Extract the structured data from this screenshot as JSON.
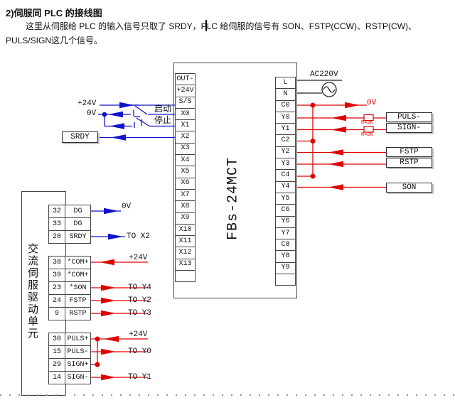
{
  "header": {
    "title": "2)伺服同 PLC 的接线图",
    "body_line1": "这里从伺服给 PLC 的输入信号只取了 SRDY，PLC 给伺服的信号有 SON、FSTP(CCW)、RSTP(CW)、",
    "body_line2": "PULS/SIGN这几个信号。"
  },
  "plc": {
    "model": "FBs-24MCT",
    "left_terminals": [
      "OUT-",
      "+24V",
      "S/S",
      "X0",
      "X1",
      "X2",
      "X3",
      "X4",
      "X5",
      "X6",
      "X7",
      "X8",
      "X9",
      "X10",
      "X11",
      "X12",
      "X13",
      ""
    ],
    "right_terminals": [
      "L",
      "N",
      "C0",
      "Y0",
      "Y1",
      "C2",
      "Y2",
      "Y3",
      "C4",
      "Y4",
      "Y5",
      "C6",
      "Y6",
      "Y7",
      "C8",
      "Y8",
      "Y9",
      ""
    ]
  },
  "servo": {
    "name": "交流伺服驱动单元",
    "groups": [
      {
        "rows": [
          {
            "pin": "32",
            "name": "DG"
          },
          {
            "pin": "33",
            "name": "DG"
          },
          {
            "pin": "20",
            "name": "SRDY"
          }
        ]
      },
      {
        "rows": [
          {
            "pin": "38",
            "name": "*COM+"
          },
          {
            "pin": "39",
            "name": "*COM+"
          },
          {
            "pin": "23",
            "name": "*SON"
          },
          {
            "pin": "24",
            "name": "FSTP"
          },
          {
            "pin": "9",
            "name": "RSTP"
          }
        ]
      },
      {
        "rows": [
          {
            "pin": "30",
            "name": "PULS+"
          },
          {
            "pin": "15",
            "name": "PULS-"
          },
          {
            "pin": "29",
            "name": "SIGN+"
          },
          {
            "pin": "14",
            "name": "SIGN-"
          }
        ]
      }
    ]
  },
  "switches": {
    "start": "启动",
    "stop": "停止"
  },
  "wire_labels": {
    "ss_24v": "+24V",
    "x0_0v": "0V",
    "srdy_box": "SRDY",
    "dg_0v": "0V",
    "srdy_to": "TO X2",
    "com_24v": "+24V",
    "son_to": "TO Y4",
    "fstp_to": "TO Y2",
    "rstp_to": "TO Y3",
    "puls_24v": "+24V",
    "puls_to": "TO Y0",
    "sign_to": "TO Y1",
    "ac": "AC220V",
    "c0_0v": "0V",
    "r1": "R=2K",
    "r2": "R=2K"
  },
  "signal_boxes": {
    "puls": "PULS-",
    "sign": "SIGN-",
    "fstp": "FSTP",
    "rstp": "RSTP",
    "son": "SON"
  },
  "colors": {
    "wire_blue": "#1212cc",
    "wire_red": "#e00000",
    "wire_black": "#222222",
    "text": "#111111"
  }
}
